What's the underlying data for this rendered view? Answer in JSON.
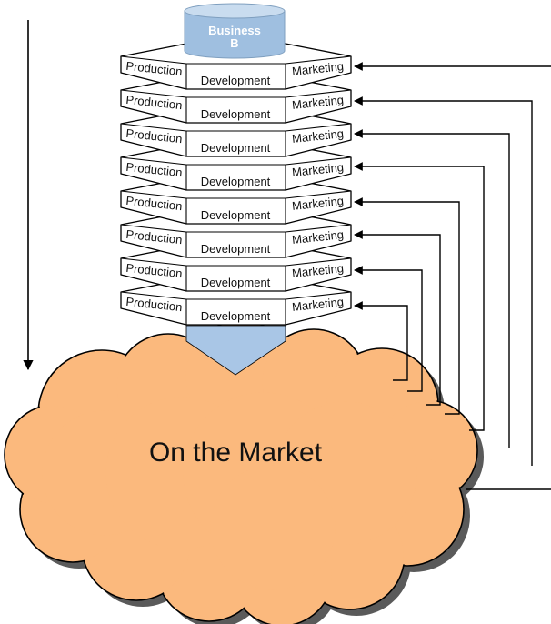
{
  "business": {
    "line1": "Business",
    "line2": "B"
  },
  "layer_labels": {
    "left": "Production",
    "center": "Development",
    "right": "Marketing"
  },
  "layer_count": 8,
  "cloud": {
    "label": "On the Market"
  },
  "colors": {
    "cloud_fill": "#fbb97d",
    "cloud_shadow": "#5a5a5a",
    "cylinder_fill": "#9fbfe0",
    "cylinder_top": "#c9dcef",
    "funnel_fill": "#a9c6e6",
    "stroke": "#000000"
  }
}
